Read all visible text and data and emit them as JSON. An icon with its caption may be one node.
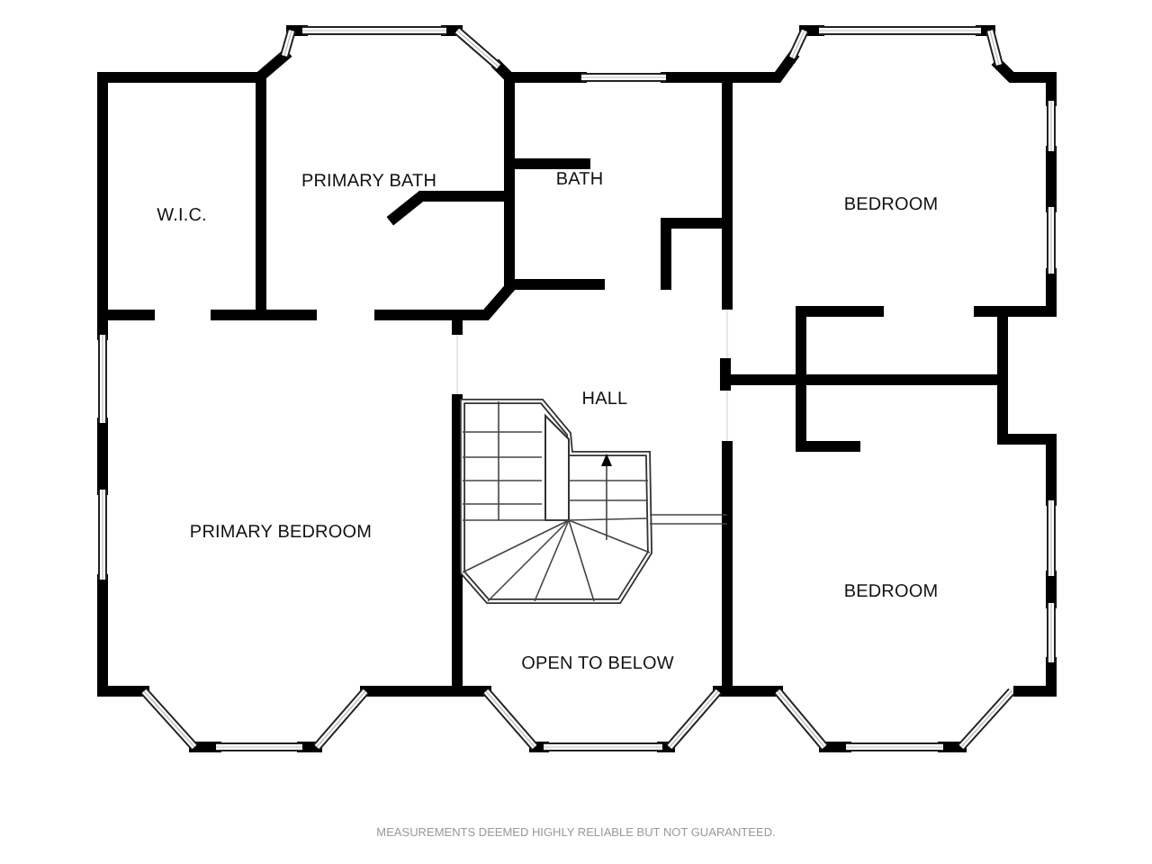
{
  "diagram": {
    "labels": [
      "W.I.C.",
      "PRIMARY BATH",
      "BATH",
      "BEDROOM",
      "HALL",
      "PRIMARY BEDROOM",
      "BEDROOM",
      "OPEN TO BELOW",
      "MEASUREMENTS DEEMED HIGHLY RELIABLE BUT NOT GUARANTEED."
    ]
  }
}
